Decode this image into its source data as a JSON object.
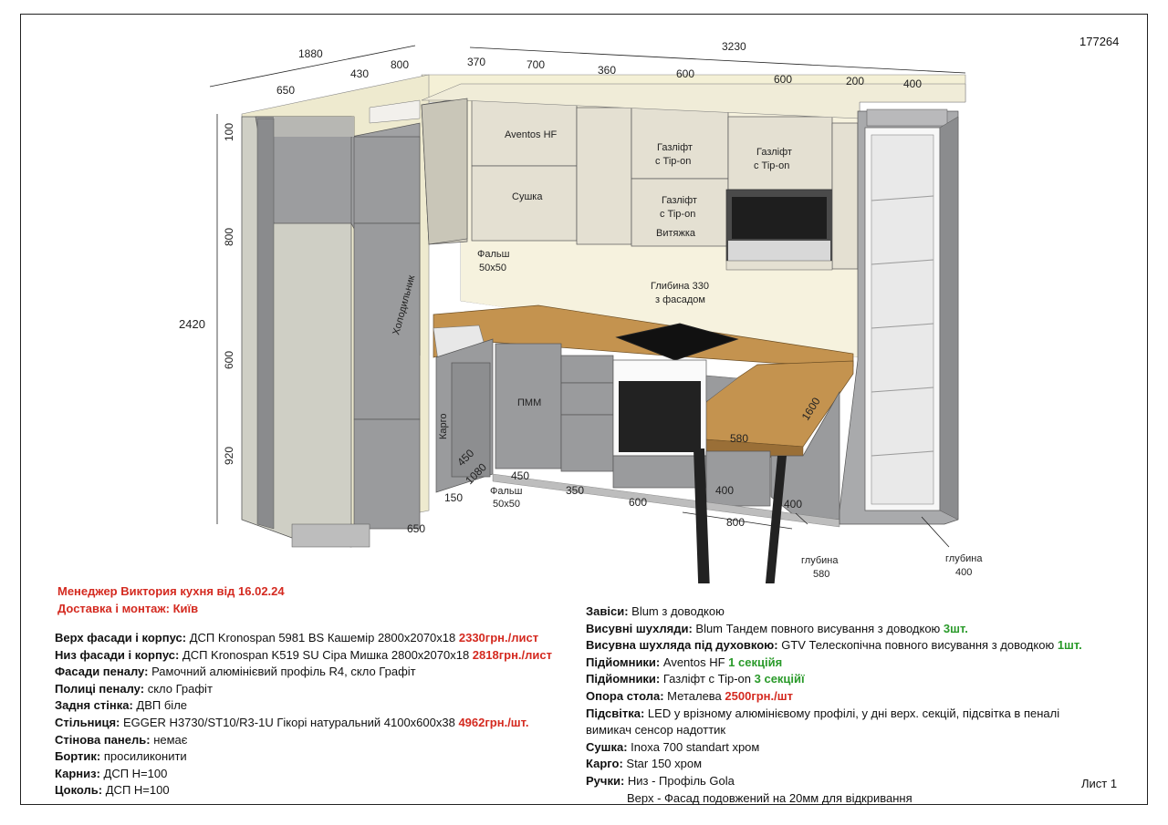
{
  "code": "177264",
  "sheet": "Лист 1",
  "dims": {
    "top_left_total": "1880",
    "d650_top": "650",
    "d430": "430",
    "d800_top": "800",
    "top_total": "3230",
    "d370": "370",
    "d700": "700",
    "d360": "360",
    "d600_top": "600",
    "d600_top2": "600",
    "d200": "200",
    "d400_top": "400",
    "h100": "100",
    "h800": "800",
    "h2420": "2420",
    "h600": "600",
    "h920": "920",
    "b450a": "450",
    "b1080": "1080",
    "b450b": "450",
    "b150": "150",
    "b350": "350",
    "b600": "600",
    "b400a": "400",
    "b400b": "400",
    "b800": "800",
    "b650": "650",
    "b580": "580",
    "b1600": "1600"
  },
  "labels": {
    "aventos": "Aventos HF",
    "sushka": "Сушка",
    "gaslift1a": "Газліфт",
    "gaslift1b": "с Tip-on",
    "gaslift2a": "Газліфт",
    "gaslift2b": "с Tip-on",
    "gaslift3a": "Газліфт",
    "gaslift3b": "с Tip-on",
    "vytyazhka": "Витяжка",
    "falsh1a": "Фальш",
    "falsh1b": "50x50",
    "depth330a": "Глибина 330",
    "depth330b": "з фасадом",
    "fridge": "Холодильник",
    "pmm": "ПММ",
    "cargo": "Карго",
    "falsh2a": "Фальш",
    "falsh2b": "50x50",
    "depth580a": "глубина",
    "depth580b": "580",
    "depth400a": "глубина",
    "depth400b": "400"
  },
  "manager": {
    "line1": "Менеджер Виктория кухня від 16.02.24",
    "line2": "Доставка і монтаж: Київ"
  },
  "left_specs": [
    {
      "k": "Верх фасади і корпус:",
      "v": " ДСП Kronospan 5981 BS Кашемір 2800x2070x18 ",
      "r": "2330грн./лист"
    },
    {
      "k": "Низ фасади і корпус:",
      "v": " ДСП Kronospan K519 SU Сіра Мишка 2800x2070x18 ",
      "r": "2818грн./лист"
    },
    {
      "k": "Фасади пеналу:",
      "v": " Рамочний алюмінієвий профіль R4, скло Графіт",
      "r": ""
    },
    {
      "k": "Полиці пеналу:",
      "v": " скло Графіт",
      "r": ""
    },
    {
      "k": "Задня стінка:",
      "v": " ДВП біле",
      "r": ""
    },
    {
      "k": "Стільниця:",
      "v": " EGGER H3730/ST10/R3-1U Гікорі натуральний 4100x600x38 ",
      "r": "4962грн./шт."
    },
    {
      "k": "Стінова панель:",
      "v": " немає",
      "r": ""
    },
    {
      "k": "Бортик:",
      "v": " просиликонити",
      "r": ""
    },
    {
      "k": "Карниз:",
      "v": " ДСП Н=100",
      "r": ""
    },
    {
      "k": "Цоколь:",
      "v": " ДСП Н=100",
      "r": ""
    }
  ],
  "right_specs": [
    {
      "k": "Завіси:",
      "v": " Blum з доводкою",
      "g": ""
    },
    {
      "k": "Висувні шухляди:",
      "v": " Blum Тандем повного висування з доводкою ",
      "g": "3шт."
    },
    {
      "k": "Висувна шухляда під духовкою:",
      "v": " GTV Телескопічна повного висування з доводкою ",
      "g": "1шт."
    },
    {
      "k": "Підйомники:",
      "v": " Aventos HF ",
      "g": "1 секційя"
    },
    {
      "k": "Підйомники:",
      "v": " Газліфт с Tip-on ",
      "g": "3 секційї"
    },
    {
      "k": "Опора стола:",
      "v": " Металева ",
      "r": "2500грн./шт"
    },
    {
      "k": "Підсвітка:",
      "v": " LED у врізному алюмінієвому профілі, у дні верх. секцій, підсвітка в пеналі",
      "g": ""
    },
    {
      "k": "",
      "v": "вимикач сенсор надоттик",
      "g": ""
    },
    {
      "k": "Сушка:",
      "v": " Inoxa 700 standart хром",
      "g": ""
    },
    {
      "k": "Карго:",
      "v": " Star 150 хром",
      "g": ""
    },
    {
      "k": "Ручки:",
      "v": " Низ - Профіль Gola",
      "g": ""
    },
    {
      "k": "",
      "v": "Верх - Фасад подовжений на 20мм для відкривання",
      "g": "",
      "indent": true
    }
  ],
  "colors": {
    "beige_front": "#e4e0d2",
    "gray_front": "#9a9b9d",
    "wood": "#c4934f",
    "wall": "#f3efd8",
    "red": "#d42a20",
    "green": "#2a9a2a"
  }
}
